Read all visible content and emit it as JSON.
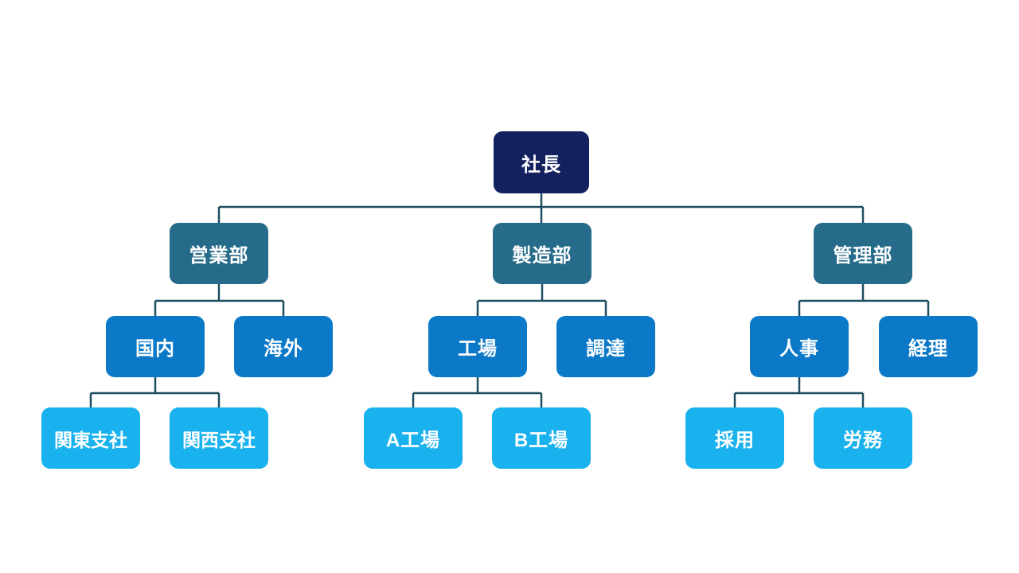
{
  "diagram": {
    "type": "org-chart",
    "colors": {
      "level1": "#13215f",
      "level2": "#276b8b",
      "level3": "#0b79c8",
      "level4": "#1ab2ee",
      "connector": "#1e4e5f",
      "text": "#ffffff",
      "background": "#ffffff"
    },
    "root": {
      "label": "社長",
      "children": [
        {
          "label": "営業部",
          "children": [
            {
              "label": "国内",
              "children": [
                {
                  "label": "関東支社",
                  "children": []
                },
                {
                  "label": "関西支社",
                  "children": []
                }
              ]
            },
            {
              "label": "海外",
              "children": []
            }
          ]
        },
        {
          "label": "製造部",
          "children": [
            {
              "label": "工場",
              "children": [
                {
                  "label": "A工場",
                  "children": []
                },
                {
                  "label": "B工場",
                  "children": []
                }
              ]
            },
            {
              "label": "調達",
              "children": []
            }
          ]
        },
        {
          "label": "管理部",
          "children": [
            {
              "label": "人事",
              "children": [
                {
                  "label": "採用",
                  "children": []
                },
                {
                  "label": "労務",
                  "children": []
                }
              ]
            },
            {
              "label": "経理",
              "children": []
            }
          ]
        }
      ]
    }
  }
}
